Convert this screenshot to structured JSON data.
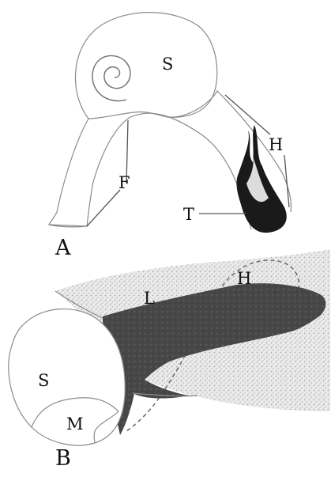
{
  "panel_a": {
    "panel_label": "A",
    "labels": {
      "s": "S",
      "h": "H",
      "f": "F",
      "t": "T"
    }
  },
  "panel_b": {
    "panel_label": "B",
    "labels": {
      "l": "L",
      "h": "H",
      "s": "S",
      "m": "M"
    }
  },
  "colors": {
    "line": "#8a8a8a",
    "dark_fill": "#1a1a1a",
    "band_fill": "#4a4a4a",
    "stipple": "#c9c9c9"
  }
}
